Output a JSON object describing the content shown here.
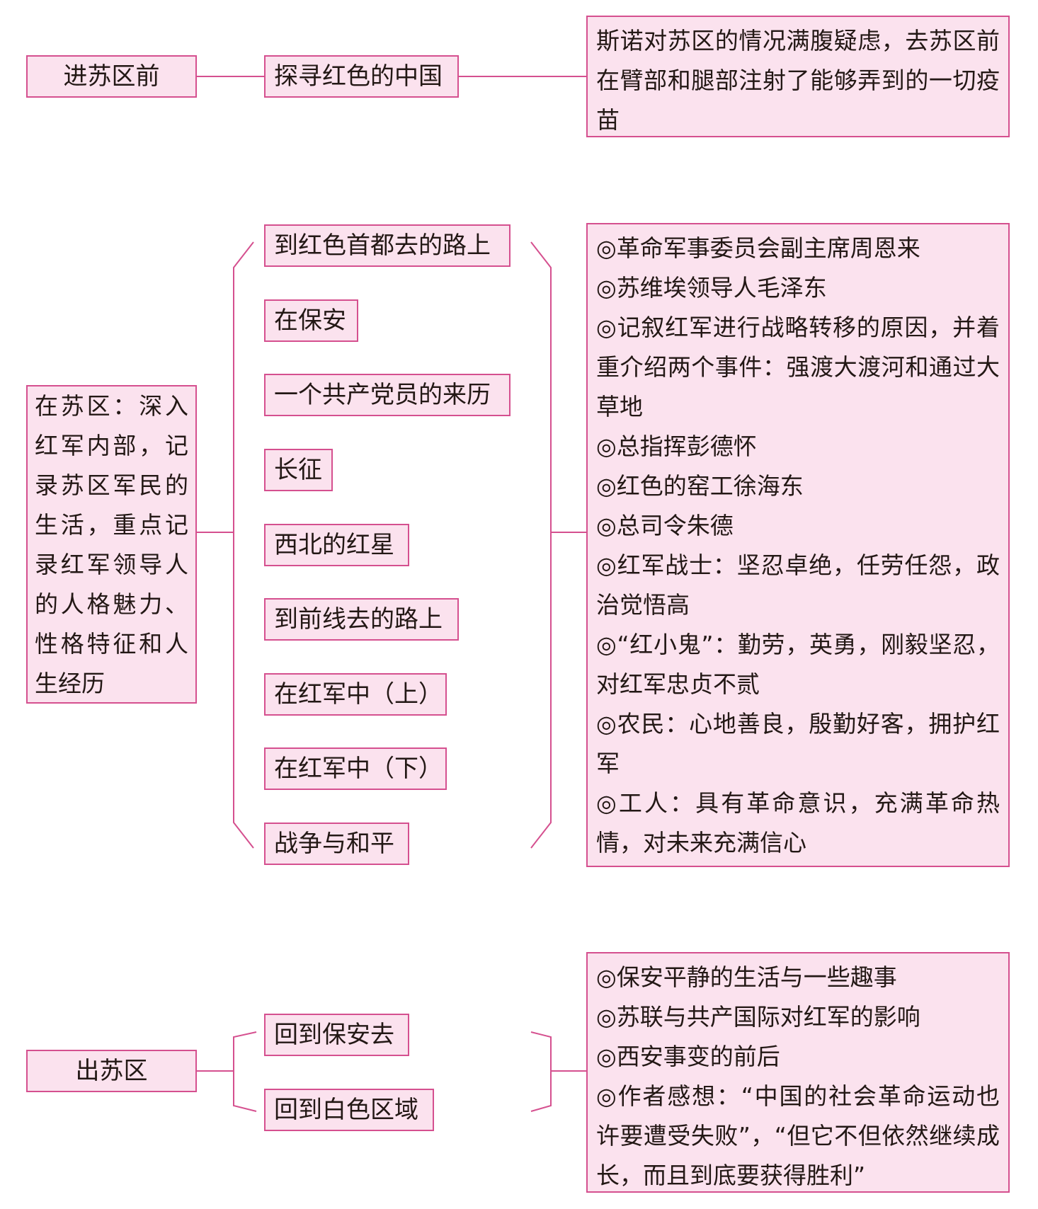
{
  "section_before": {
    "title": "进苏区前",
    "chapter": "探寻红色的中国",
    "detail": "斯诺对苏区的情况满腹疑虑，去苏区前在臂部和腿部注射了能够弄到的一切疫苗"
  },
  "section_in": {
    "title": "在苏区：深入红军内部，记录苏区军民的生活，重点记录红军领导人的人格魅力、性格特征和人生经历",
    "chapters": [
      "到红色首都去的路上",
      "在保安",
      "一个共产党员的来历",
      "长征",
      "西北的红星",
      "到前线去的路上",
      "在红军中（上）",
      "在红军中（下）",
      "战争与和平"
    ],
    "details": [
      "◎革命军事委员会副主席周恩来",
      "◎苏维埃领导人毛泽东",
      "◎记叙红军进行战略转移的原因，并着重介绍两个事件：强渡大渡河和通过大草地",
      "◎总指挥彭德怀",
      "◎红色的窑工徐海东",
      "◎总司令朱德",
      "◎红军战士：坚忍卓绝，任劳任怨，政治觉悟高",
      "◎“红小鬼”：勤劳，英勇，刚毅坚忍，对红军忠贞不贰",
      "◎农民：心地善良，殷勤好客，拥护红军",
      "◎工人：具有革命意识，充满革命热情，对未来充满信心"
    ]
  },
  "section_after": {
    "title": "出苏区",
    "chapters": [
      "回到保安去",
      "回到白色区域"
    ],
    "details": [
      "◎保安平静的生活与一些趣事",
      "◎苏联与共产国际对红军的影响",
      "◎西安事变的前后",
      "◎作者感想：“中国的社会革命运动也许要遭受失败”，“但它不但依然继续成长，而且到底要获得胜利”"
    ]
  },
  "colors": {
    "box_fill": "#fbe2ee",
    "box_border": "#d5508f",
    "text": "#231815"
  }
}
